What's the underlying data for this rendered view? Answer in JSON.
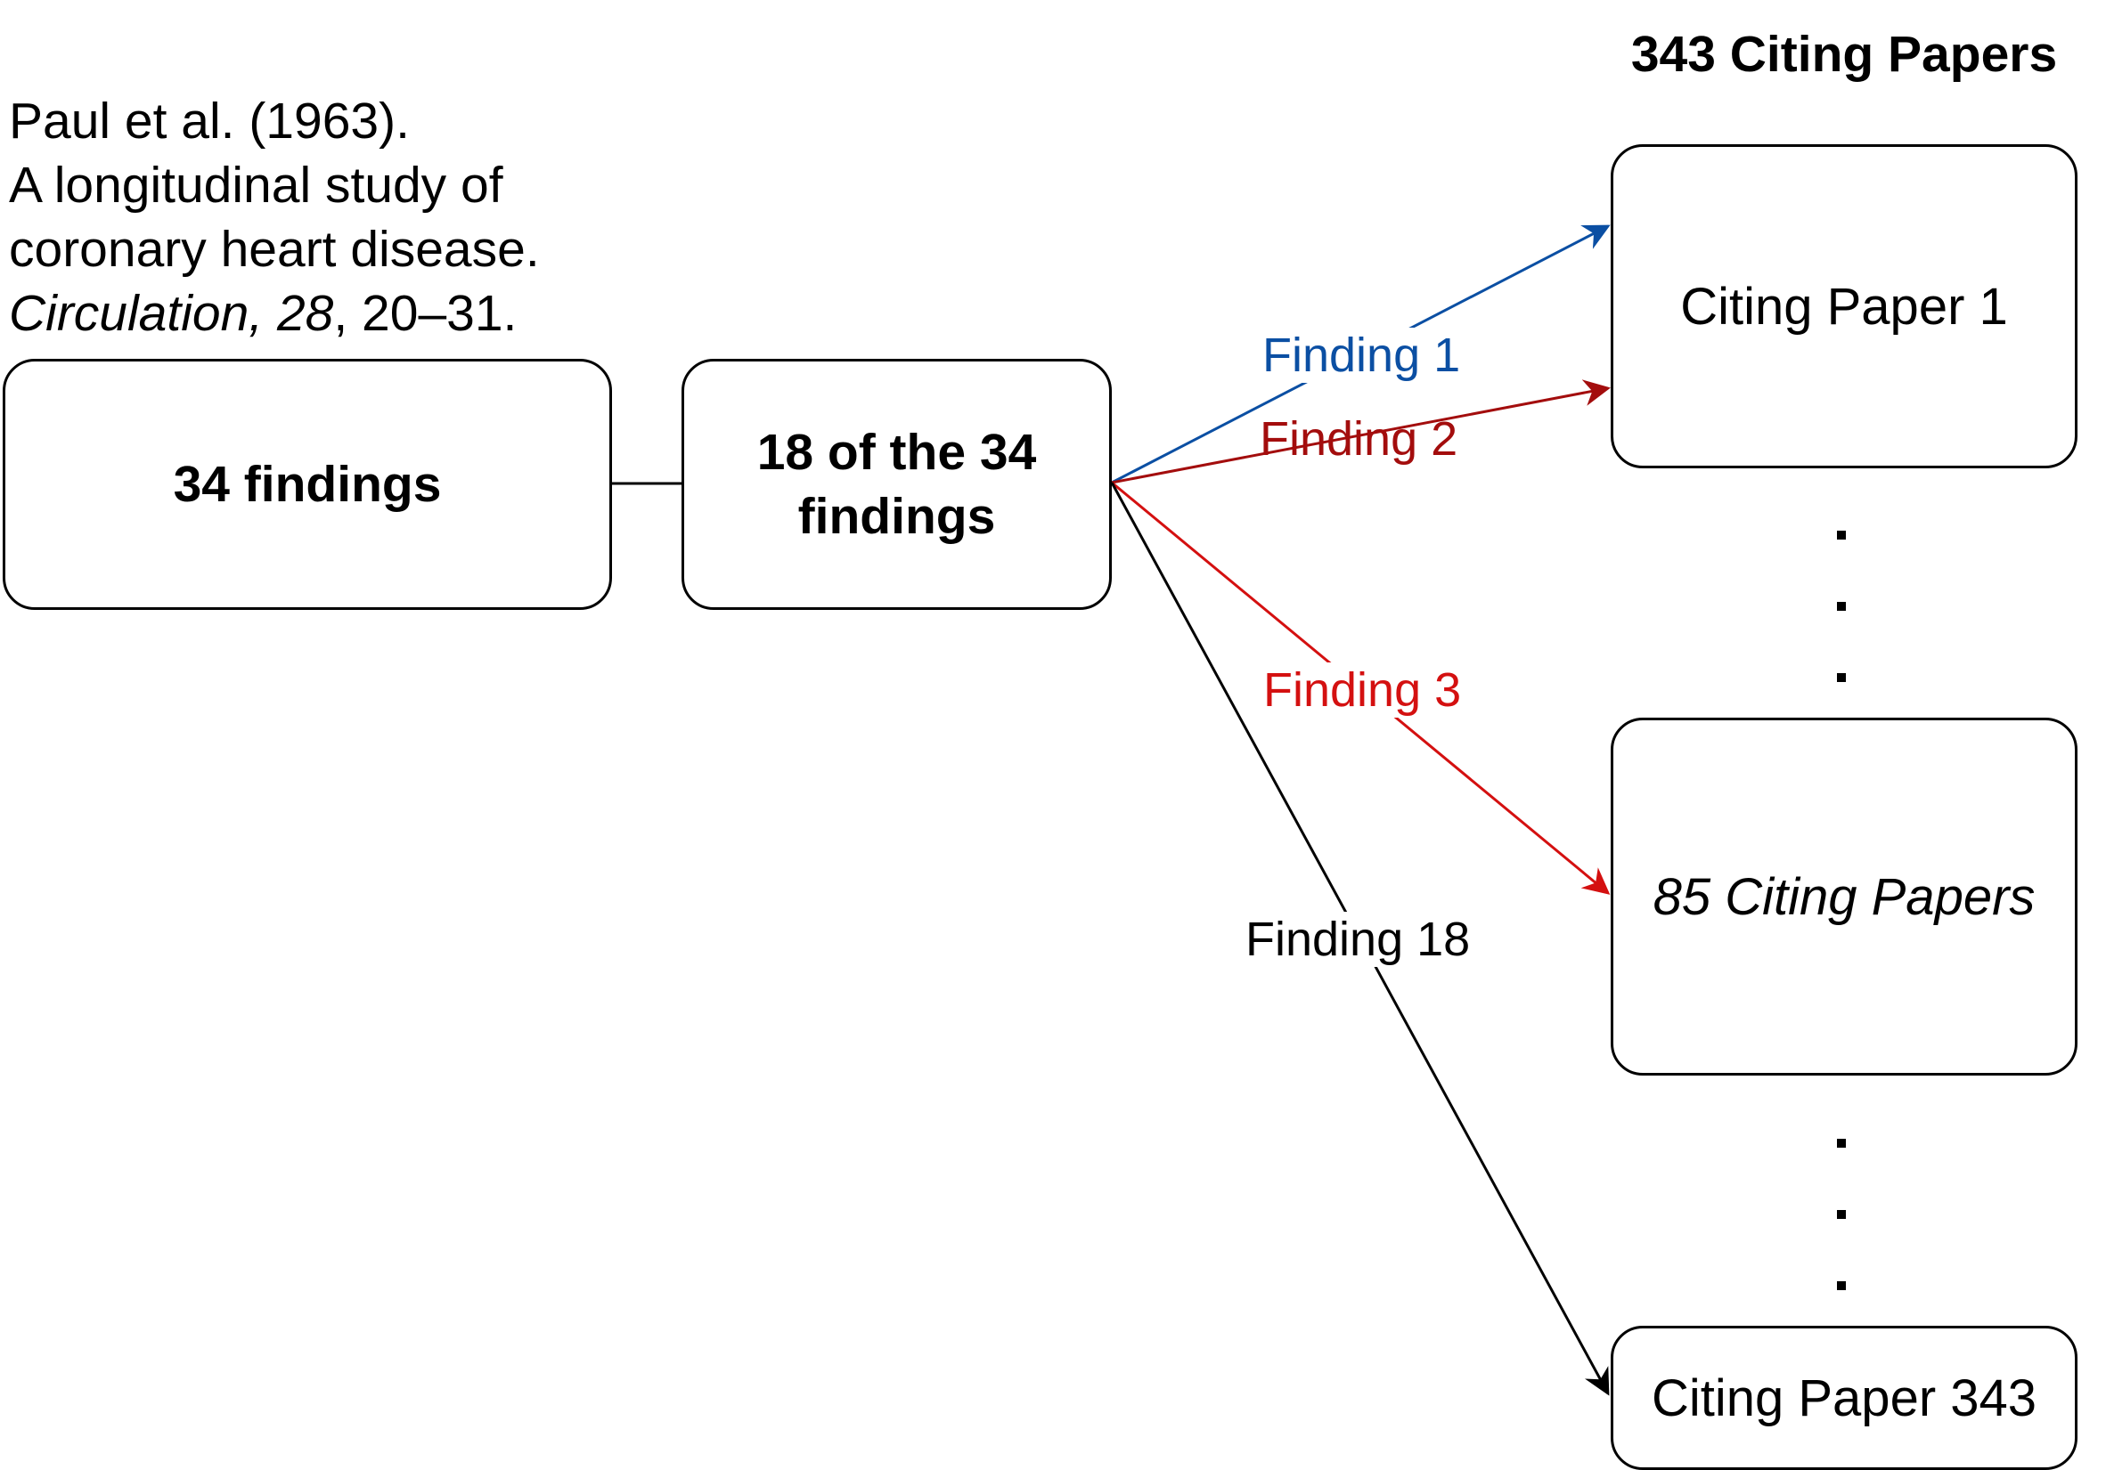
{
  "citation": {
    "line1": "Paul et al. (1963).",
    "line2": "A longitudinal study of",
    "line3": "coronary heart disease.",
    "journal": "Circulation,",
    "volume": "28",
    "pages": ", 20–31."
  },
  "header": "343 Citing Papers",
  "boxes": {
    "all_findings": "34 findings",
    "subset_line1": "18 of the 34",
    "subset_line2": "findings",
    "citing_first": "Citing Paper 1",
    "citing_middle": "85 Citing Papers",
    "citing_last": "Citing Paper 343"
  },
  "edges": [
    {
      "label": "Finding 1",
      "color": "#0b4fa3"
    },
    {
      "label": "Finding 2",
      "color": "#a30d0d"
    },
    {
      "label": "Finding 3",
      "color": "#d41010"
    },
    {
      "label": "Finding 18",
      "color": "#000000"
    }
  ]
}
